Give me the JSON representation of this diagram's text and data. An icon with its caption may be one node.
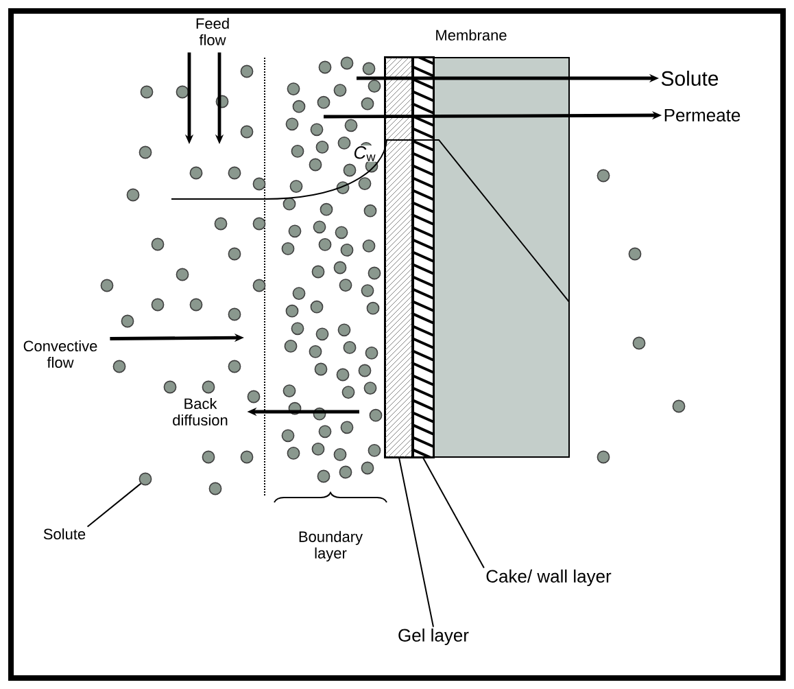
{
  "diagram": {
    "nodes": [
      {
        "text": [
          "Feed flow"
        ]
      },
      {
        "text": [
          "Membrane"
        ]
      },
      {
        "text": [
          "Solute"
        ]
      },
      {
        "text": [
          "Permeate"
        ]
      },
      {
        "text": [
          "Convective flow"
        ]
      },
      {
        "text": [
          "Back diffusion"
        ]
      },
      {
        "text": [],
        "shape": "circle"
      },
      {
        "text": [
          "Solute"
        ]
      },
      {
        "text": [],
        "shape": "box"
      },
      {
        "text": [],
        "shape": "box"
      },
      {
        "text": [
          "Cake/ wall layer"
        ]
      },
      {
        "text": [
          "Gel layer"
        ]
      }
    ],
    "edges": [
      {
        "from": 0,
        "to": null,
        "arrow": "to"
      },
      {
        "from": 0,
        "to": null,
        "arrow": "to"
      },
      {
        "from": null,
        "to": 2,
        "arrow": "to"
      },
      {
        "from": null,
        "to": 3,
        "arrow": "to"
      },
      {
        "from": 4,
        "to": null,
        "arrow": "to"
      },
      {
        "from": null,
        "to": 5,
        "arrow": "to"
      },
      {
        "from": 7,
        "to": 6,
        "arrow": "none"
      },
      {
        "from": 10,
        "to": 9,
        "arrow": "none"
      },
      {
        "from": 11,
        "to": 8,
        "arrow": "none"
      }
    ],
    "labels": [
      "*C*$_{w}$",
      "Boundary layer"
    ]
  }
}
